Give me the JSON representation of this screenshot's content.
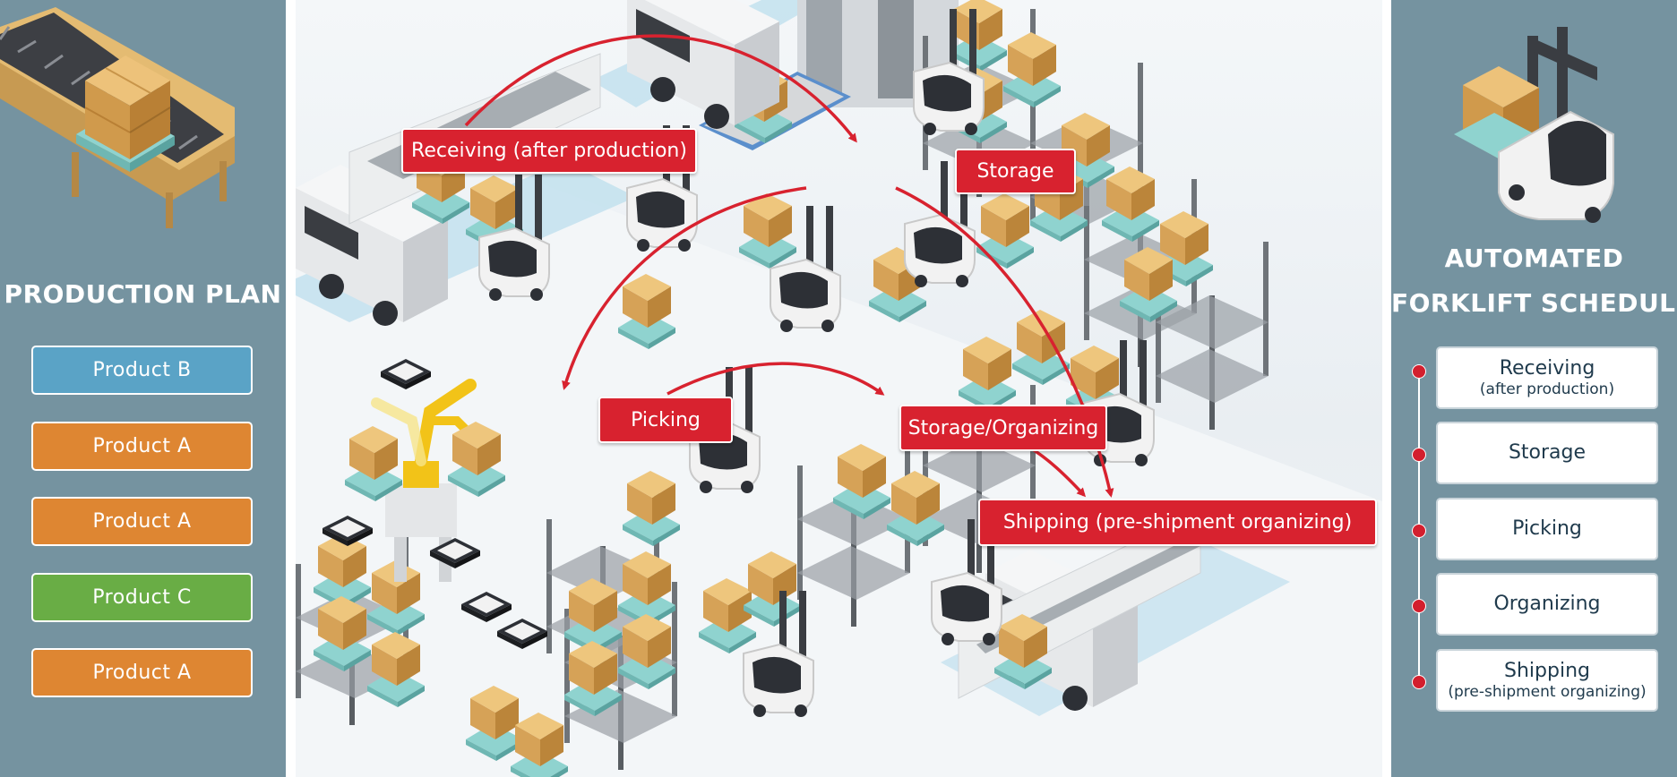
{
  "production_plan": {
    "title": "PRODUCTION PLAN",
    "items": [
      {
        "label": "Product B",
        "color": "#5aa3c6"
      },
      {
        "label": "Product A",
        "color": "#de8632"
      },
      {
        "label": "Product A",
        "color": "#de8632"
      },
      {
        "label": "Product C",
        "color": "#69ad45"
      },
      {
        "label": "Product A",
        "color": "#de8632"
      }
    ]
  },
  "forklift_schedule": {
    "title_line1": "AUTOMATED",
    "title_line2": "FORKLIFT SCHEDULE",
    "items": [
      {
        "main": "Receiving",
        "sub": "(after production)"
      },
      {
        "main": "Storage",
        "sub": ""
      },
      {
        "main": "Picking",
        "sub": ""
      },
      {
        "main": "Organizing",
        "sub": ""
      },
      {
        "main": "Shipping",
        "sub": "(pre-shipment organizing)"
      }
    ]
  },
  "flow": {
    "receiving": "Receiving (after production)",
    "storage": "Storage",
    "picking": "Picking",
    "storage_organizing": "Storage/Organizing",
    "shipping": "Shipping (pre-shipment organizing)"
  },
  "colors": {
    "panel": "#7593a0",
    "label_red": "#d8222f",
    "timeline_dot": "#d31f2e",
    "box": "#dcae63",
    "pallet": "#8fd3cf"
  },
  "icons": [
    "conveyor-icon",
    "box-icon",
    "forklift-icon",
    "truck-icon",
    "shelf-icon",
    "robot-arm-icon",
    "agv-icon"
  ]
}
